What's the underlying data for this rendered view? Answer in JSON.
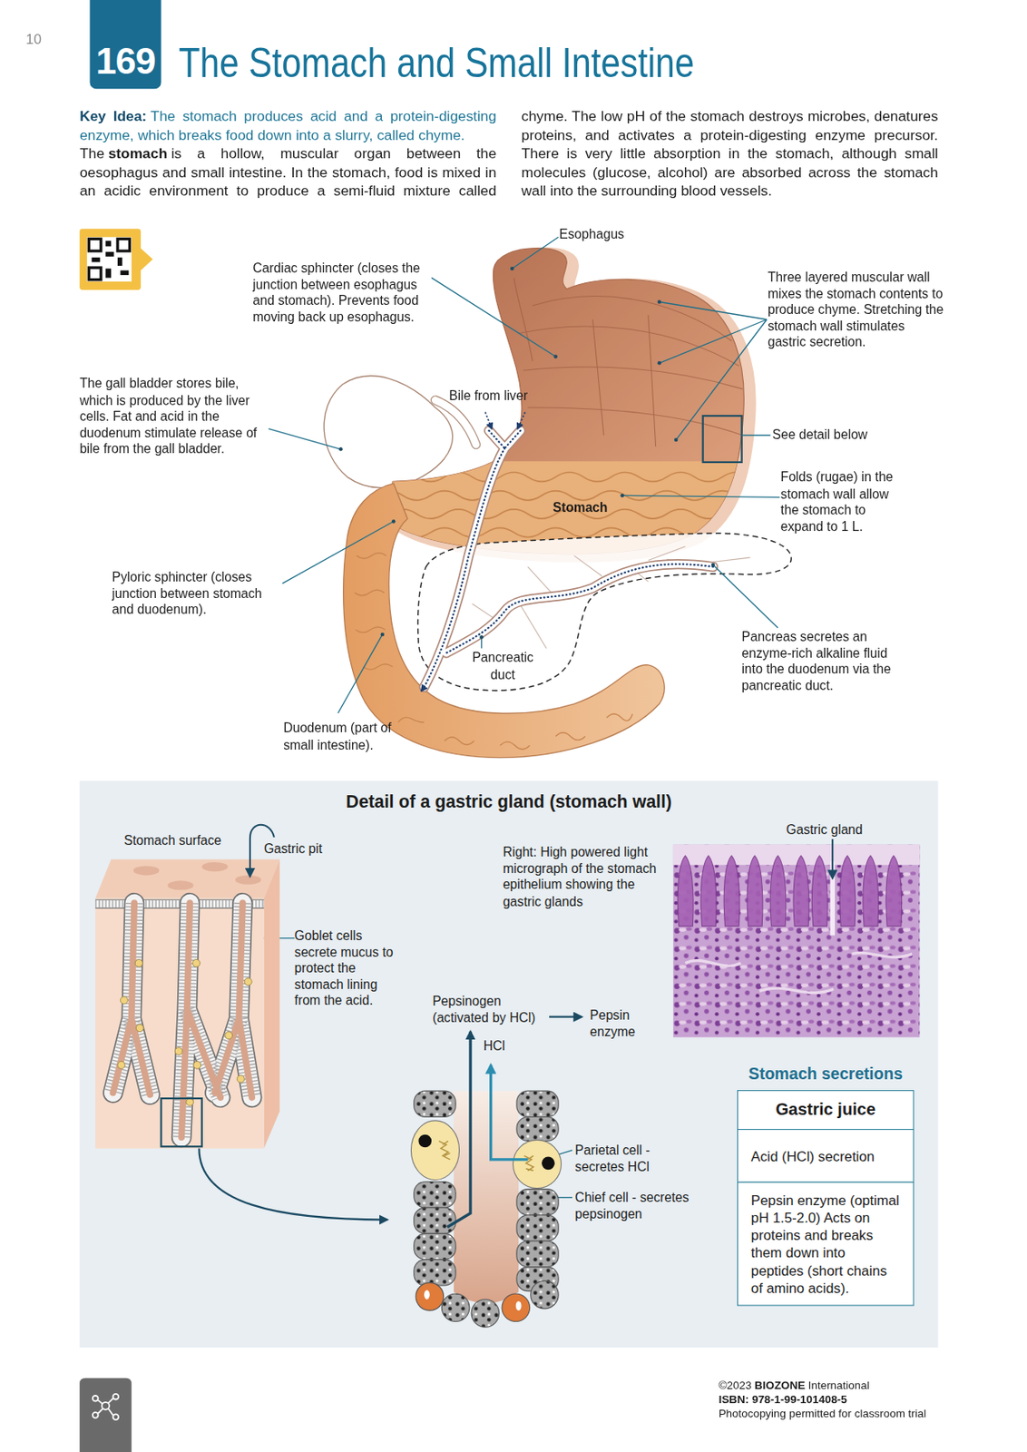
{
  "diagram": {
    "title": "The Stomach and Small Intestine",
    "nodes": [
      {
        "text": [
          "169"
        ]
      },
      {
        "text": [
          "Detail of a gastric gland (stomach wall)"
        ]
      },
      {
        "text": [
          "Stomach secretions"
        ],
        "in": 1
      },
      {
        "text": [
          "Gastric juice"
        ],
        "in": 2
      },
      {
        "text": [
          "Acid (HCl) secretion"
        ],
        "in": 2
      },
      {
        "text": [
          "Pepsin enzyme (optimal pH 1.5-2.0) Acts on proteins and breaks them down into peptides (short chains of amino acids)."
        ],
        "in": 2
      }
    ],
    "labels": [
      "10",
      "Key Idea:",
      "The stomach produces acid and a protein-digesting enzyme, which breaks food down into a slurry, called chyme.",
      "The",
      "stomach",
      "is a hollow, muscular organ between the oesophagus and small intestine. In the stomach, food is mixed in an acidic environment to produce a semi-fluid mixture called chyme. The low pH of the stomach destroys microbes, denatures proteins, and activates a protein-digesting enzyme precursor. There is very little absorption in the stomach, although small molecules (glucose, alcohol) are absorbed across the stomach wall into the surrounding blood vessels.",
      "Esophagus",
      "Cardiac sphincter (closes the junction between esophagus and stomach). Prevents food moving back up esophagus.",
      "Three layered muscular wall mixes the stomach contents to produce chyme. Stretching the stomach wall stimulates gastric secretion.",
      "The gall bladder stores bile, which is produced by the liver cells. Fat and acid in the duodenum stimulate release of bile from the gall bladder.",
      "Bile from liver",
      "See detail below",
      "Stomach",
      "Folds (rugae) in the stomach wall allow the stomach to expand to 1 L.",
      "Pyloric sphincter (closes junction between stomach and duodenum).",
      "Pancreatic duct",
      "Pancreas secretes an enzyme-rich alkaline fluid into the duodenum via the pancreatic duct.",
      "Duodenum (part of small intestine).",
      "Stomach surface",
      "Gastric pit",
      "Goblet cells secrete mucus to protect the stomach lining from the acid.",
      "Right: High powered light micrograph of the stomach epithelium showing the gastric glands",
      "Gastric gland",
      "Pepsinogen (activated by HCl)",
      "Pepsin enzyme",
      "HCl",
      "Parietal cell - secretes HCl",
      "Chief cell - secretes pepsinogen",
      "©2023",
      "BIOZONE",
      "International",
      "ISBN: 978-1-99-101408-5",
      "Photocopying permitted for classroom trial"
    ]
  }
}
